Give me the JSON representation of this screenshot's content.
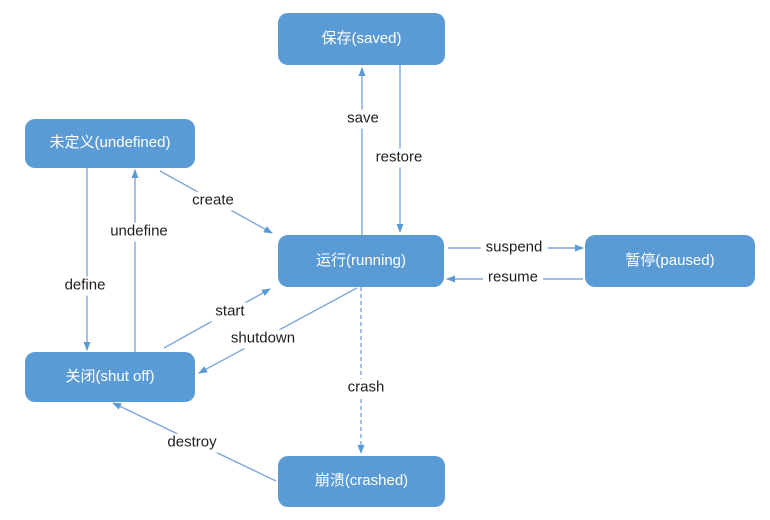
{
  "diagram": {
    "type": "state-transition-diagram",
    "background": "#ffffff",
    "colors": {
      "node_fill": "#5b9bd5",
      "node_text": "#ffffff",
      "connector": "#7fa8dc",
      "arrowhead": "#5b9bd5",
      "edge_label_text": "#1f1f1f"
    },
    "nodes": [
      {
        "id": "saved",
        "label": "保存(saved)"
      },
      {
        "id": "undefined",
        "label": "未定义(undefined)"
      },
      {
        "id": "running",
        "label": "运行(running)"
      },
      {
        "id": "paused",
        "label": "暂停(paused)"
      },
      {
        "id": "shutoff",
        "label": "关闭(shut off)"
      },
      {
        "id": "crashed",
        "label": "崩溃(crashed)"
      }
    ],
    "edges": [
      {
        "label": "save",
        "from": "running",
        "to": "saved",
        "style": "solid"
      },
      {
        "label": "restore",
        "from": "saved",
        "to": "running",
        "style": "solid"
      },
      {
        "label": "create",
        "from": "undefined",
        "to": "running",
        "style": "solid"
      },
      {
        "label": "undefine",
        "from": "shutoff",
        "to": "undefined",
        "style": "solid"
      },
      {
        "label": "define",
        "from": "undefined",
        "to": "shutoff",
        "style": "solid"
      },
      {
        "label": "suspend",
        "from": "running",
        "to": "paused",
        "style": "solid"
      },
      {
        "label": "resume",
        "from": "paused",
        "to": "running",
        "style": "solid"
      },
      {
        "label": "start",
        "from": "shutoff",
        "to": "running",
        "style": "solid"
      },
      {
        "label": "shutdown",
        "from": "running",
        "to": "shutoff",
        "style": "solid"
      },
      {
        "label": "crash",
        "from": "running",
        "to": "crashed",
        "style": "dashed"
      },
      {
        "label": "destroy",
        "from": "crashed",
        "to": "shutoff",
        "style": "solid"
      }
    ]
  }
}
